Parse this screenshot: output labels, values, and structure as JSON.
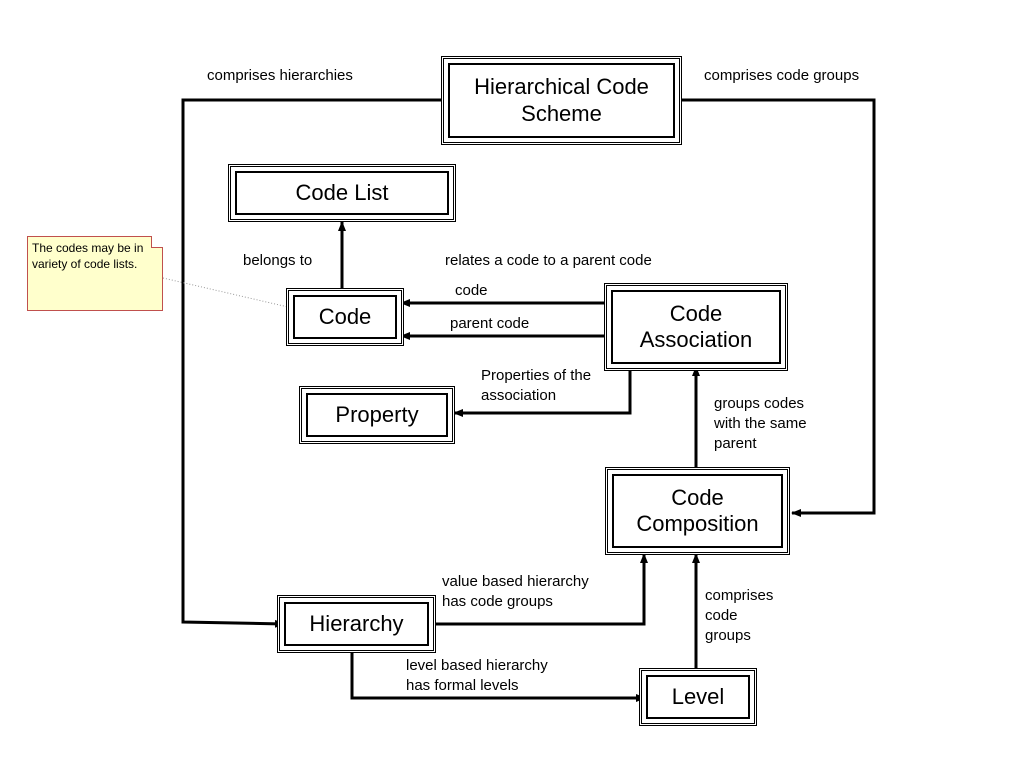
{
  "nodes": {
    "hierarchical_code_scheme": "Hierarchical Code Scheme",
    "code_list": "Code List",
    "code": "Code",
    "code_association": "Code Association",
    "property": "Property",
    "code_composition": "Code Composition",
    "hierarchy": "Hierarchy",
    "level": "Level"
  },
  "edges": {
    "comprises_hierarchies": "comprises hierarchies",
    "comprises_code_groups_top": "comprises code groups",
    "belongs_to": "belongs to",
    "relates_code_to_parent": "relates a code to a parent code",
    "code": "code",
    "parent_code": "parent code",
    "properties_of_association": "Properties of the association",
    "groups_codes_same_parent": "groups codes with the same parent",
    "value_based_hierarchy": "value based hierarchy has code groups",
    "level_based_hierarchy": "level based hierarchy has formal levels",
    "comprises_code_groups_bottom": "comprises code groups"
  },
  "note": {
    "text": "The codes may be in variety of code lists."
  }
}
